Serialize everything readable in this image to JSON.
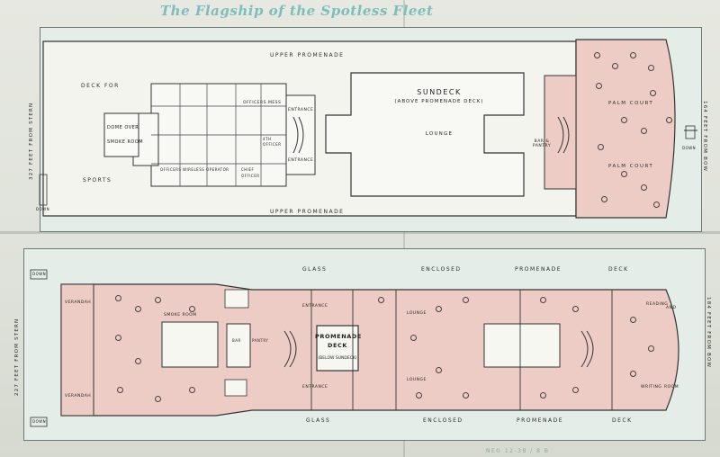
{
  "title": "The Flagship of the Spotless Fleet",
  "upper_deck": {
    "top_label": "UPPER PROMENADE",
    "bottom_label": "UPPER PROMENADE",
    "deck_for": "DECK FOR",
    "sports": "SPORTS",
    "dome": [
      "DOME OVER",
      "SMOKE ROOM"
    ],
    "officers_mess": "OFFICERS MESS",
    "entrance_top": "ENTRANCE",
    "entrance_bottom": "ENTRANCE",
    "sundeck": "SUNDECK",
    "sundeck_sub": "(ABOVE PROMENADE DECK)",
    "lounge": "LOUNGE",
    "palm_court_top": "PALM  COURT",
    "palm_court_bottom": "PALM  COURT",
    "pantry": "BAR & PANTRY",
    "stern_label": "327 FEET FROM STERN",
    "bow_label": "164 FEET FROM BOW",
    "down_left": "DOWN",
    "down_right": "DOWN",
    "room_labels": [
      "OFFICERS",
      "WIRELESS OPERATOR",
      "CHIEF",
      "OFFICER",
      "4TH",
      "OFFICER"
    ]
  },
  "promenade_deck": {
    "top_label": [
      "GLASS",
      "ENCLOSED",
      "PROMENADE",
      "DECK"
    ],
    "bottom_label": [
      "GLASS",
      "ENCLOSED",
      "PROMENADE",
      "DECK"
    ],
    "veranda_top": "VERANDAH",
    "veranda_bottom": "VERANDAH",
    "smoke_room": "SMOKE ROOM",
    "bar": "BAR",
    "pantry": "PANTRY",
    "entrance_top": "ENTRANCE",
    "entrance_bottom": "ENTRANCE",
    "center_title": "PROMENADE",
    "center_title2": "DECK",
    "center_sub": "(BELOW SUNDECK)",
    "lounge_top": "LOUNGE",
    "lounge_bottom": "LOUNGE",
    "reading": "READING",
    "writing": "WRITING",
    "room_top": "AND",
    "room_bottom": "ROOM",
    "stern_label": "227 FEET FROM STERN",
    "bow_label": "184 FEET FROM BOW",
    "down_top": "DOWN",
    "down_bottom": "DOWN"
  },
  "colors": {
    "pink": "#eeccc6",
    "teal_title": "#7fbdbb",
    "line": "#3b3b3b",
    "water": "#e2ebe6"
  },
  "bottom_text": "NEG 12-38 / 8  B"
}
